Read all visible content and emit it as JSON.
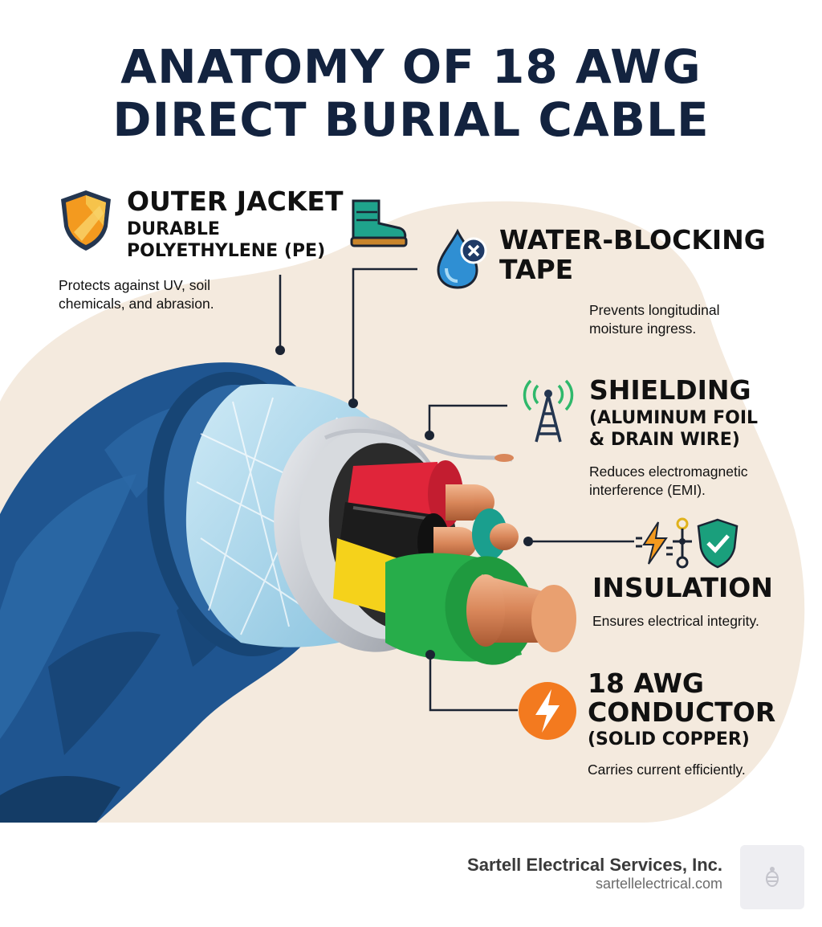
{
  "title": {
    "line1": "ANATOMY OF 18 AWG",
    "line2": "DIRECT BURIAL CABLE"
  },
  "layers": [
    {
      "id": "outer-jacket",
      "heading": [
        "OUTER JACKET"
      ],
      "subheading": [
        "DURABLE",
        "POLYETHYLENE (PE)"
      ],
      "description": [
        "Protects against UV, soil",
        "chemicals, and abrasion."
      ],
      "icons": [
        "shield-icon",
        "boot-icon"
      ]
    },
    {
      "id": "water-blocking-tape",
      "heading": [
        "WATER-BLOCKING",
        "TAPE"
      ],
      "subheading": [],
      "description": [
        "Prevents longitudinal",
        "moisture ingress."
      ],
      "icons": [
        "water-drop-icon"
      ]
    },
    {
      "id": "shielding",
      "heading": [
        "SHIELDING"
      ],
      "subheading": [
        "(ALUMINUM FOIL",
        "& DRAIN WIRE)"
      ],
      "description": [
        "Reduces electromagnetic",
        "interference (EMI)."
      ],
      "icons": [
        "antenna-icon"
      ]
    },
    {
      "id": "insulation",
      "heading": [
        "INSULATION"
      ],
      "subheading": [],
      "description": [
        "Ensures electrical integrity."
      ],
      "icons": [
        "lightning-icon",
        "circuit-icon",
        "shield-check-icon"
      ]
    },
    {
      "id": "conductor",
      "heading": [
        "18 AWG",
        "CONDUCTOR"
      ],
      "subheading": [
        "(SOLID COPPER)"
      ],
      "description": [
        "Carries current efficiently."
      ],
      "icons": [
        "bolt-circle-icon"
      ]
    }
  ],
  "footer": {
    "company": "Sartell Electrical Services, Inc.",
    "url": "sartellelectrical.com",
    "badge_icon": "bee-icon"
  },
  "colors": {
    "title": "#13233f",
    "jacket": "#1f5590",
    "foil": "#c9ccd2",
    "tape": "#a9d8ee",
    "wire_red": "#e0253a",
    "wire_black": "#1c1c1c",
    "wire_yellow": "#f5d21b",
    "wire_green": "#27ad4a",
    "wire_teal": "#1a9f8e",
    "copper": "#d9875a",
    "blob": "#f4eade"
  }
}
